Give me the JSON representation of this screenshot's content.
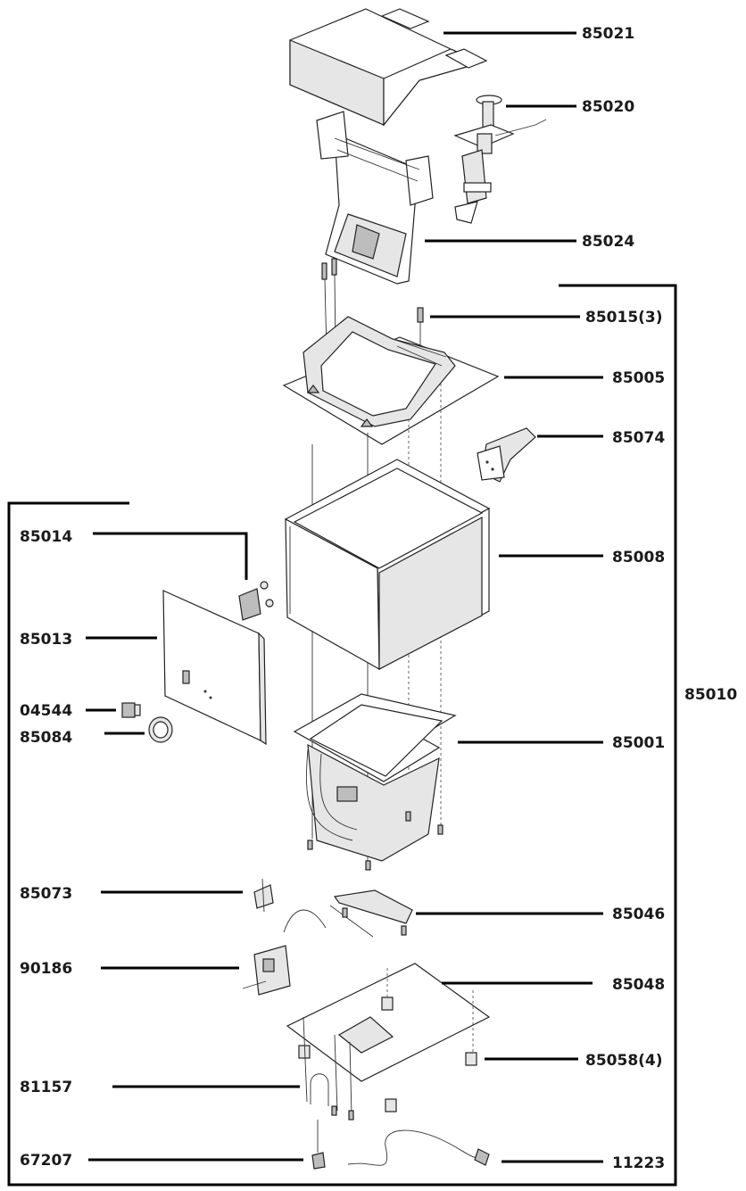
{
  "parts": [
    {
      "id": "top-cover",
      "number": "85021"
    },
    {
      "id": "pump",
      "number": "85020"
    },
    {
      "id": "hopper-frame",
      "number": "85024"
    },
    {
      "id": "screws-top",
      "number": "85015(3)"
    },
    {
      "id": "top-pan",
      "number": "85005"
    },
    {
      "id": "bracket-right",
      "number": "85074"
    },
    {
      "id": "housing",
      "number": "85008"
    },
    {
      "id": "switch-block",
      "number": "85014"
    },
    {
      "id": "front-panel",
      "number": "85013"
    },
    {
      "id": "rocker-switch",
      "number": "04544"
    },
    {
      "id": "knob",
      "number": "85084"
    },
    {
      "id": "assembly",
      "number": "85010"
    },
    {
      "id": "well",
      "number": "85001"
    },
    {
      "id": "clip",
      "number": "85073"
    },
    {
      "id": "element-bracket",
      "number": "85046"
    },
    {
      "id": "thermostat",
      "number": "90186"
    },
    {
      "id": "base-plate",
      "number": "85048"
    },
    {
      "id": "feet",
      "number": "85058(4)"
    },
    {
      "id": "heater-element",
      "number": "81157"
    },
    {
      "id": "strain-relief",
      "number": "67207"
    },
    {
      "id": "power-cord",
      "number": "11223"
    }
  ],
  "colors": {
    "ink": "#000000",
    "fill_light": "#e6e6e6",
    "fill_mid": "#bdbdbd",
    "paper": "#ffffff"
  }
}
